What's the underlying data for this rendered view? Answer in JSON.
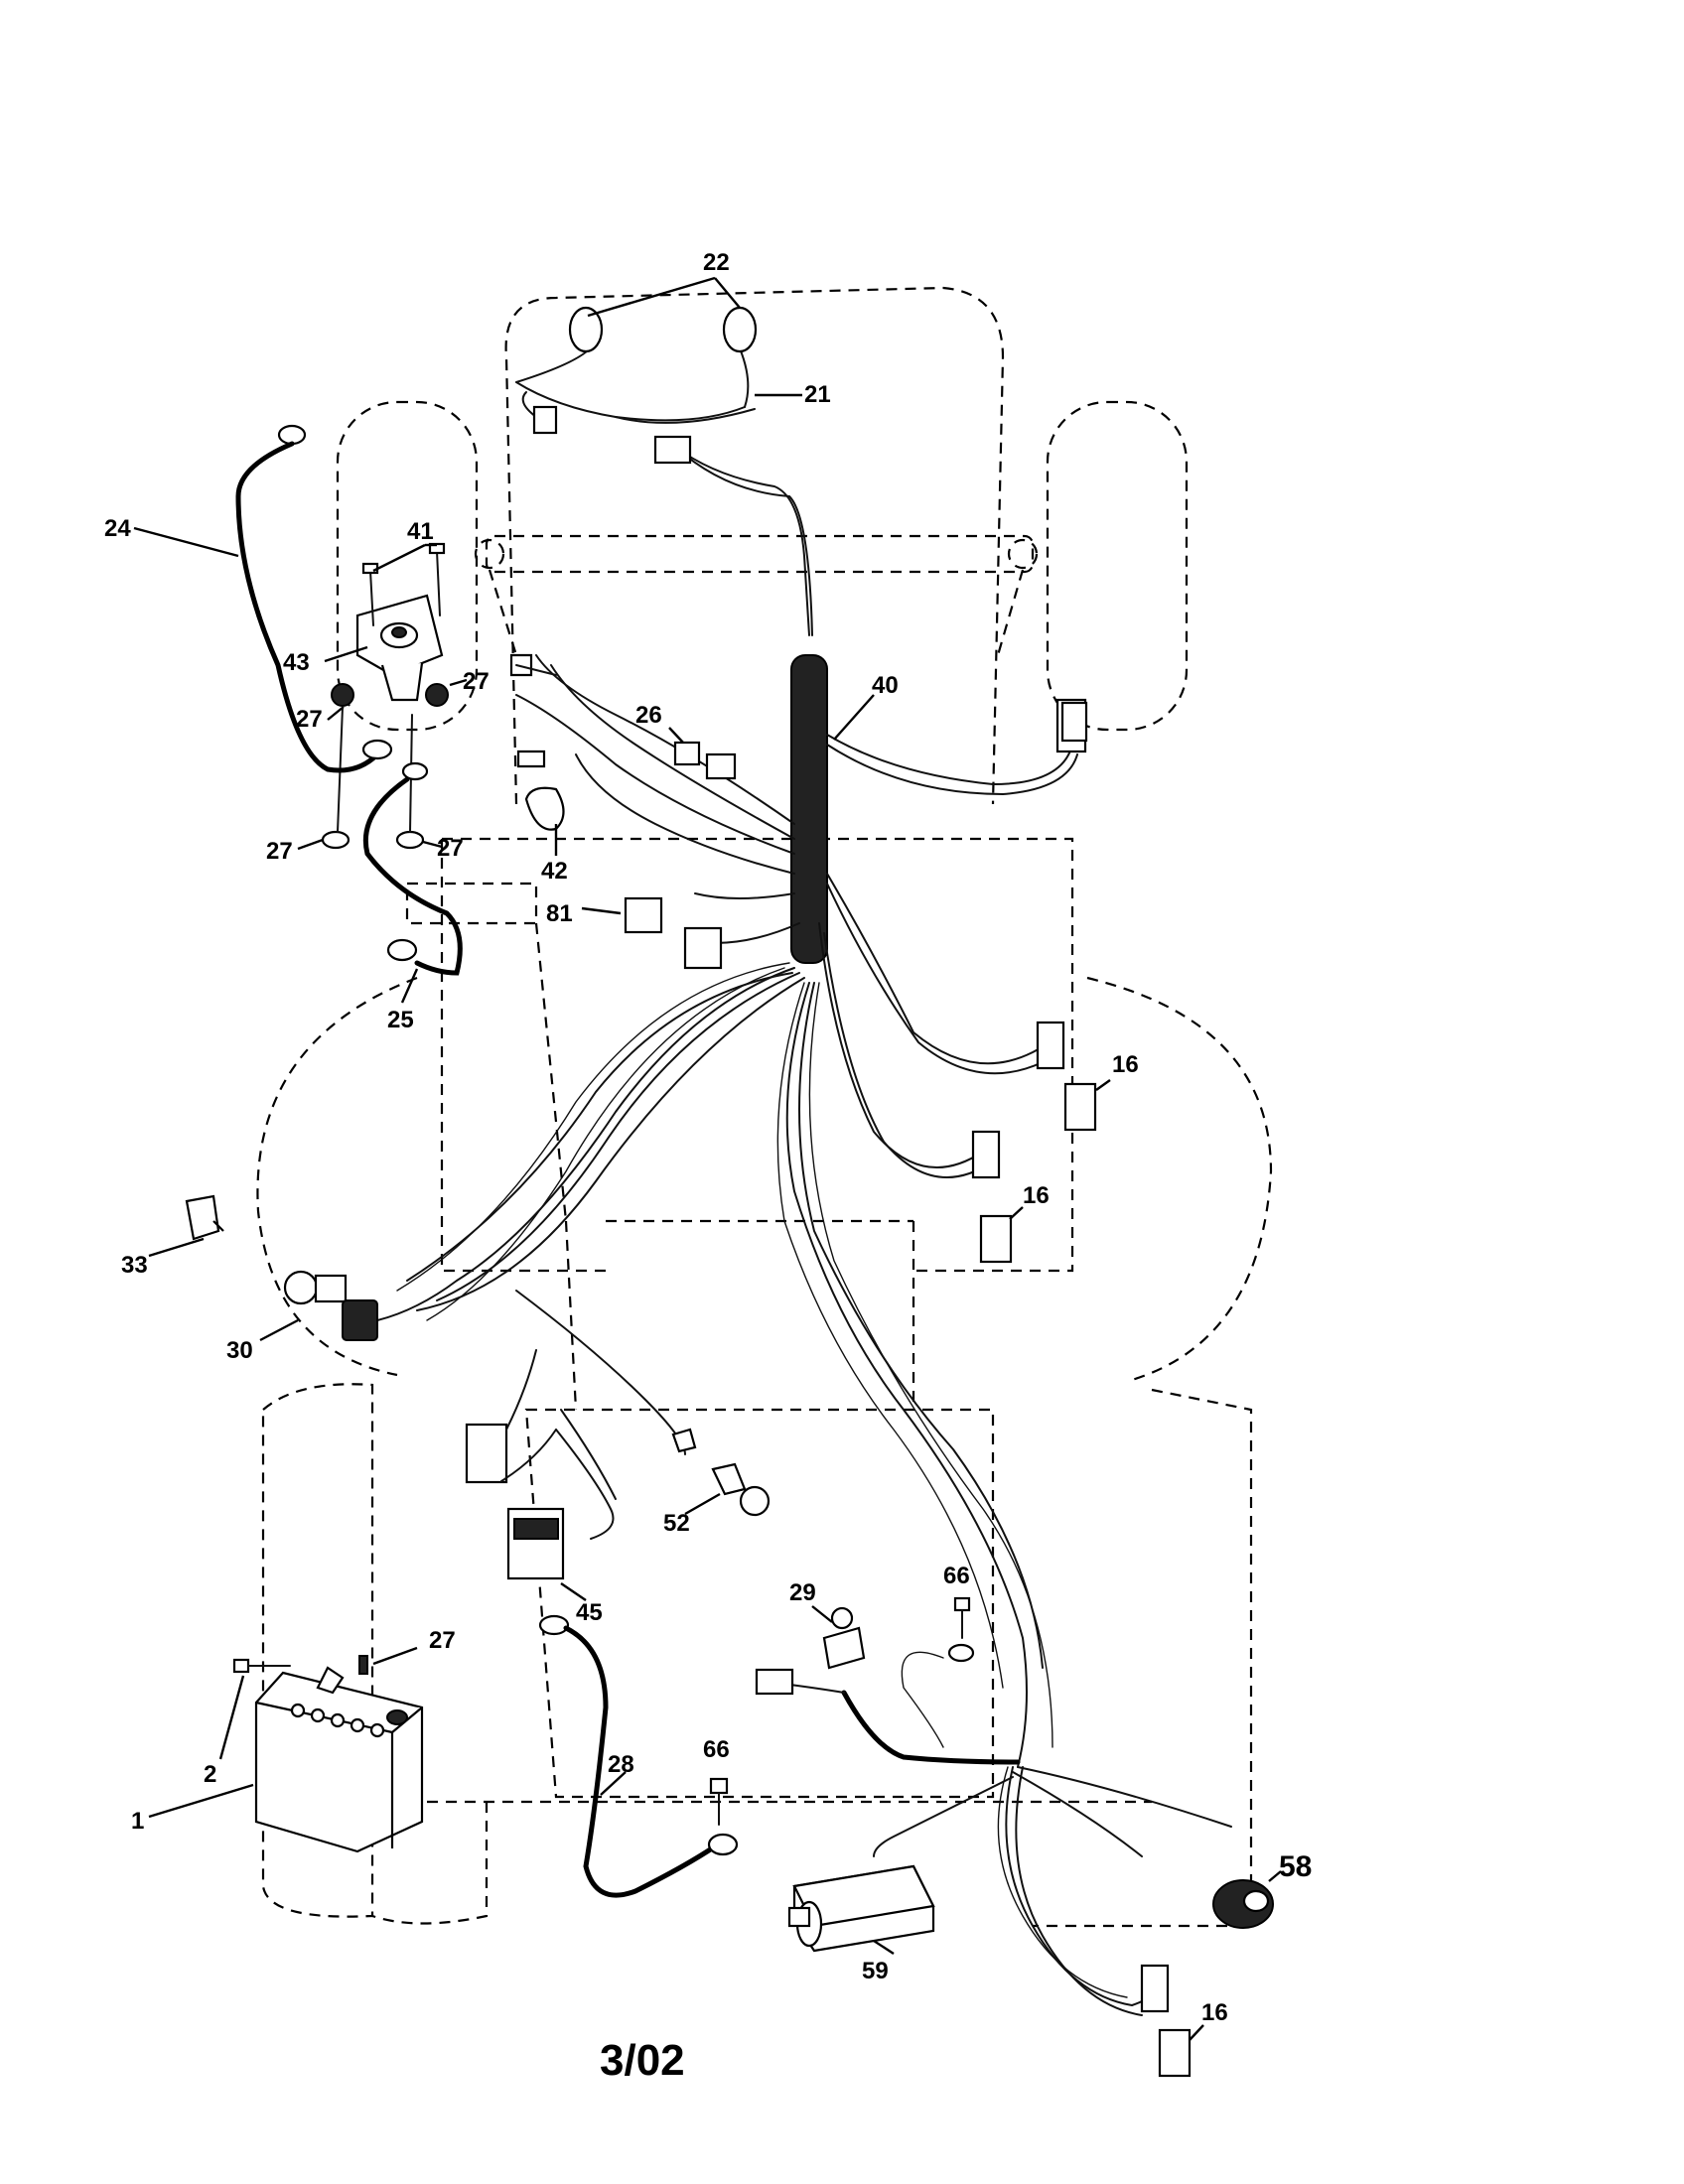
{
  "diagram": {
    "date_code": "3/02",
    "callouts": {
      "c1": "1",
      "c2": "2",
      "c16a": "16",
      "c16b": "16",
      "c16c": "16",
      "c21": "21",
      "c22": "22",
      "c24": "24",
      "c25": "25",
      "c26": "26",
      "c27a": "27",
      "c27b": "27",
      "c27c": "27",
      "c27d": "27",
      "c27e": "27",
      "c28": "28",
      "c29": "29",
      "c30": "30",
      "c33": "33",
      "c40": "40",
      "c41": "41",
      "c42": "42",
      "c43": "43",
      "c45": "45",
      "c52": "52",
      "c58": "58",
      "c59": "59",
      "c66a": "66",
      "c66b": "66",
      "c81": "81"
    }
  }
}
